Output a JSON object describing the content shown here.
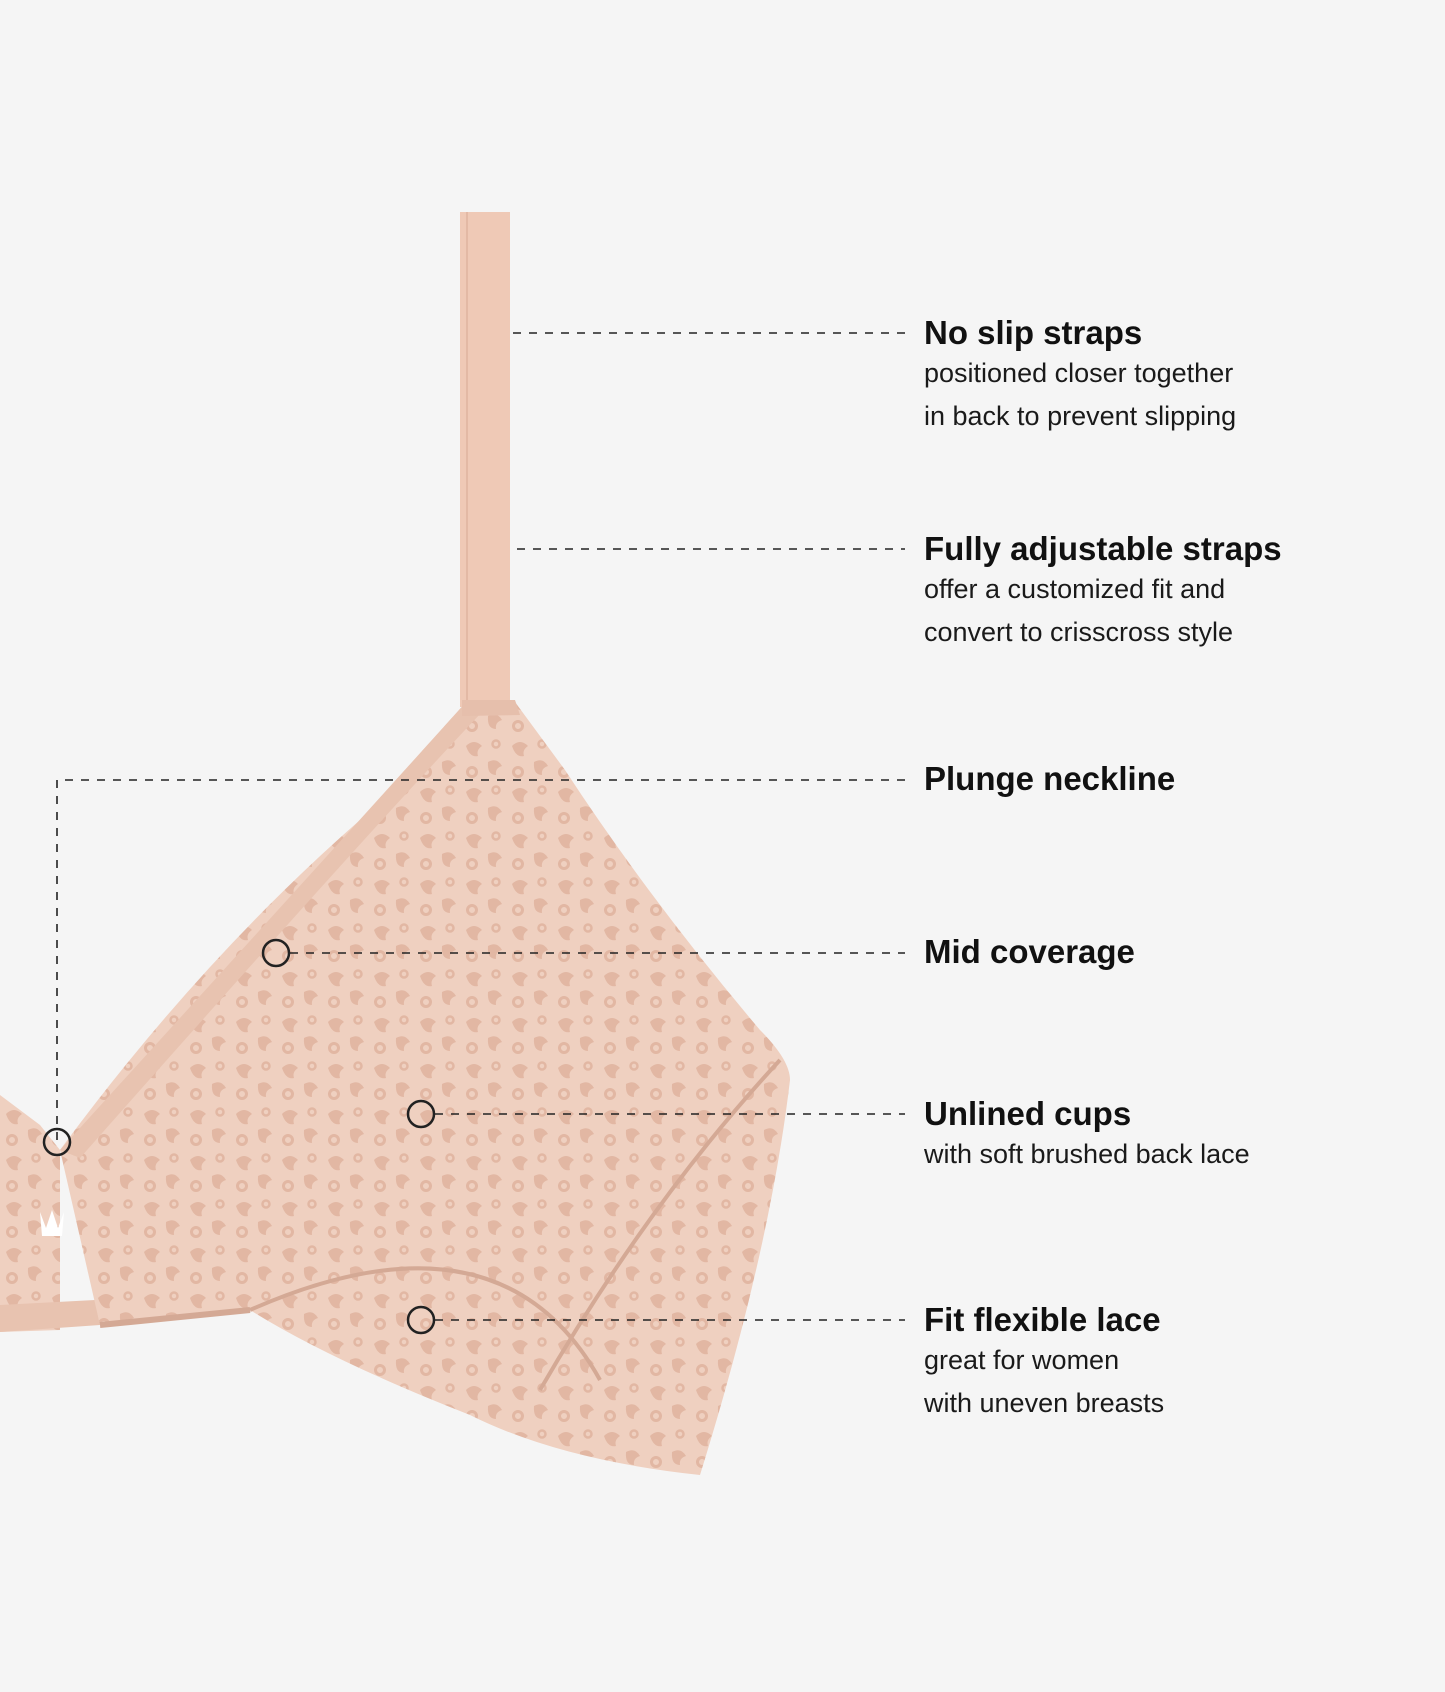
{
  "features": [
    {
      "id": "no-slip-straps",
      "title": "No slip straps",
      "desc": [
        "positioned closer together",
        "in back to prevent slipping"
      ]
    },
    {
      "id": "fully-adjustable-straps",
      "title": "Fully adjustable straps",
      "desc": [
        "offer a customized fit and",
        "convert to crisscross style"
      ]
    },
    {
      "id": "plunge-neckline",
      "title": "Plunge neckline",
      "desc": []
    },
    {
      "id": "mid-coverage",
      "title": "Mid coverage",
      "desc": []
    },
    {
      "id": "unlined-cups",
      "title": "Unlined cups",
      "desc": [
        "with soft brushed back lace"
      ]
    },
    {
      "id": "fit-flexible-lace",
      "title": "Fit flexible lace",
      "desc": [
        "great for women",
        "with uneven breasts"
      ]
    }
  ],
  "colors": {
    "background": "#f5f5f5",
    "fabric": "#eecdbd",
    "fabric_dark": "#d9ad98",
    "trim": "#e8c3b0",
    "line": "#222222",
    "text": "#111111"
  },
  "icons": [
    "crown-logo-icon"
  ]
}
